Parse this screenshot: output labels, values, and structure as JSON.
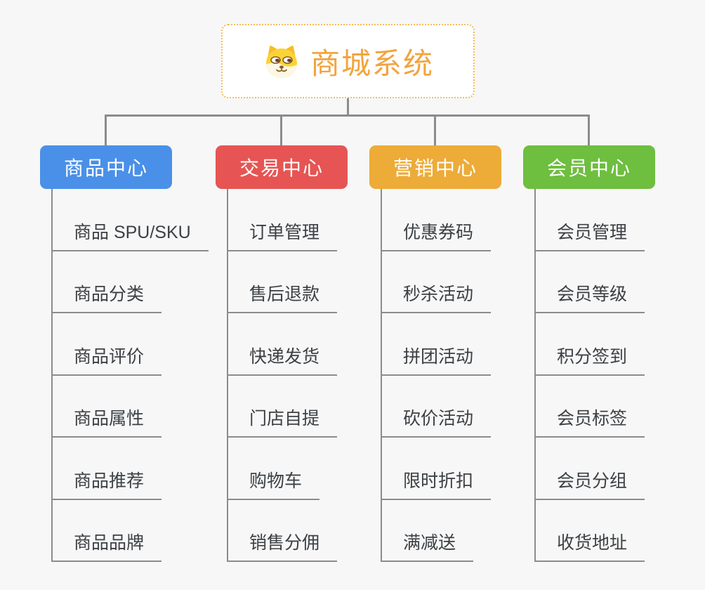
{
  "page": {
    "background_color": "#f7f7f7",
    "connector_color": "#8c8c8c",
    "item_text_color": "#3c4044"
  },
  "root": {
    "label": "商城系统",
    "icon": "dog-face-icon",
    "text_color": "#f2a43e",
    "border_color": "#f5bc55",
    "background_color": "#ffffff"
  },
  "branches": [
    {
      "label": "商品中心",
      "color": "#4a90e8",
      "items": [
        "商品 SPU/SKU",
        "商品分类",
        "商品评价",
        "商品属性",
        "商品推荐",
        "商品品牌"
      ]
    },
    {
      "label": "交易中心",
      "color": "#e65553",
      "items": [
        "订单管理",
        "售后退款",
        "快递发货",
        "门店自提",
        "购物车",
        "销售分佣"
      ]
    },
    {
      "label": "营销中心",
      "color": "#edab38",
      "items": [
        "优惠券码",
        "秒杀活动",
        "拼团活动",
        "砍价活动",
        "限时折扣",
        "满减送"
      ]
    },
    {
      "label": "会员中心",
      "color": "#6ebe3f",
      "items": [
        "会员管理",
        "会员等级",
        "积分签到",
        "会员标签",
        "会员分组",
        "收货地址"
      ]
    }
  ]
}
